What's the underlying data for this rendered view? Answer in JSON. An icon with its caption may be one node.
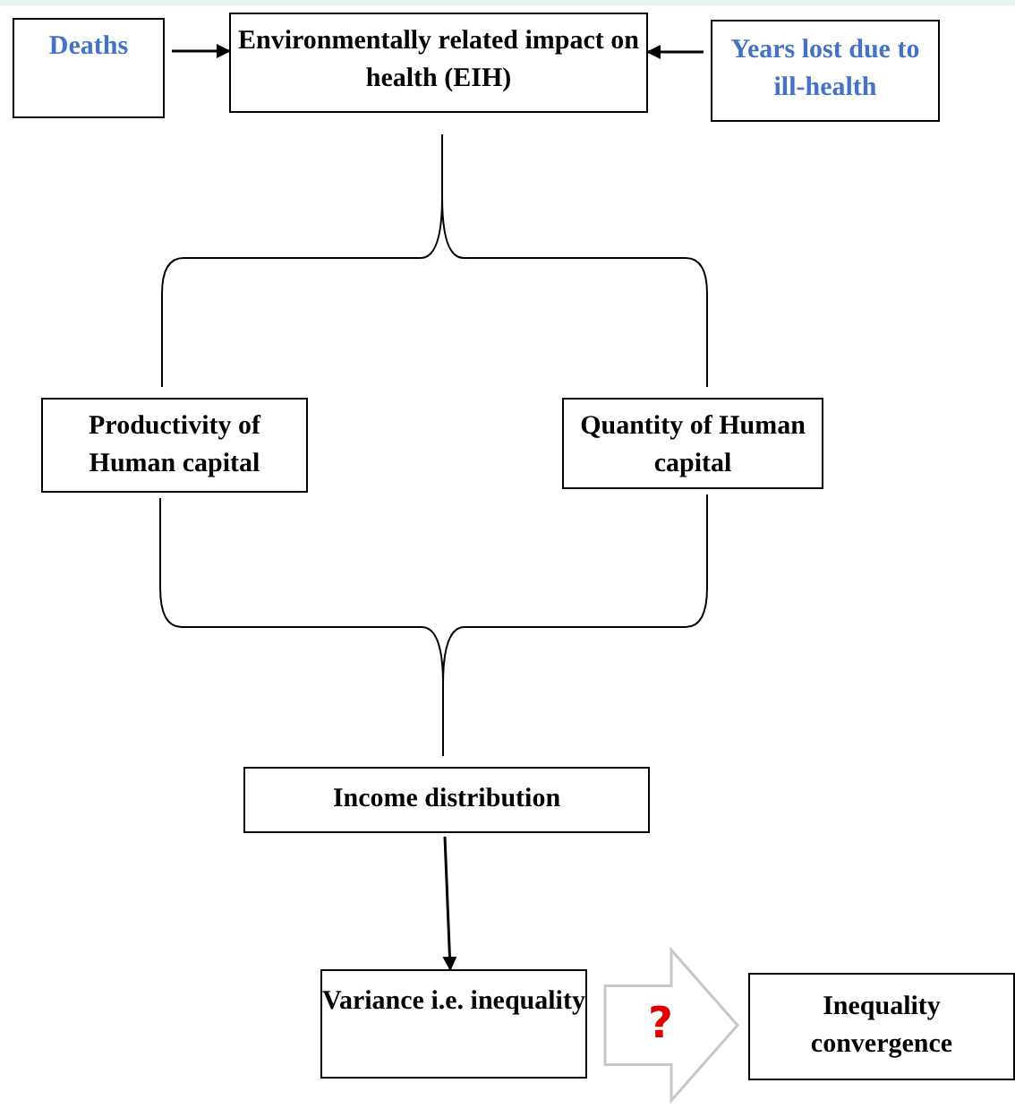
{
  "diagram": {
    "nodes": [
      {
        "text": [
          "Deaths"
        ]
      },
      {
        "text": [
          "Environmentally related impact on health (EIH)"
        ]
      },
      {
        "text": [
          "Years lost due to ill-health"
        ]
      },
      {
        "text": [
          "Productivity of Human capital"
        ]
      },
      {
        "text": [
          "Quantity of Human capital"
        ]
      },
      {
        "text": [
          "Income distribution"
        ]
      },
      {
        "text": [
          "Variance i.e. inequality"
        ]
      },
      {
        "text": [
          "Inequality convergence"
        ]
      }
    ],
    "edges": [
      {
        "from": 0,
        "to": 1,
        "arrow": "to"
      },
      {
        "from": 2,
        "to": 1,
        "arrow": "to"
      },
      {
        "from": 1,
        "to": 3,
        "arrow": "none"
      },
      {
        "from": 1,
        "to": 4,
        "arrow": "none"
      },
      {
        "from": 3,
        "to": 5,
        "arrow": "none"
      },
      {
        "from": 4,
        "to": 5,
        "arrow": "none"
      },
      {
        "from": 5,
        "to": 6,
        "arrow": "to"
      },
      {
        "from": 6,
        "to": 7,
        "arrow": "to",
        "label": "?",
        "style": "thick"
      }
    ]
  }
}
